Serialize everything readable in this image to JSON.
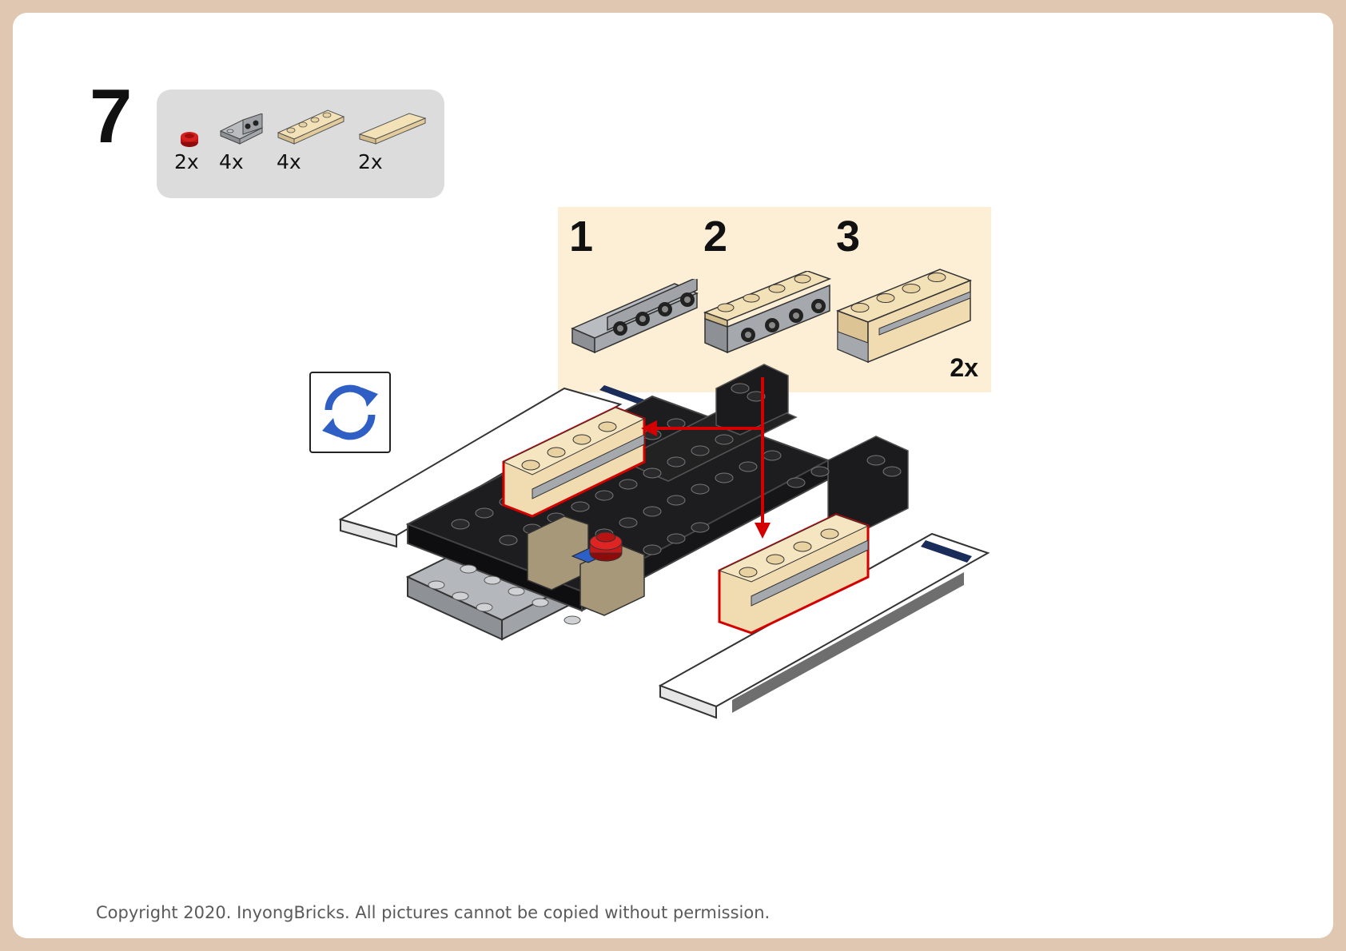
{
  "step": {
    "number": "7"
  },
  "parts_list": [
    {
      "qty": "2x",
      "icon": "red-round-plate-icon"
    },
    {
      "qty": "4x",
      "icon": "gray-bracket-icon"
    },
    {
      "qty": "4x",
      "icon": "tan-plate-1x4-icon"
    },
    {
      "qty": "2x",
      "icon": "tan-tile-1x4-icon"
    }
  ],
  "sub_assembly": {
    "steps": [
      "1",
      "2",
      "3"
    ],
    "quantity": "2x"
  },
  "rotate": {
    "icon": "rotate-model-icon"
  },
  "colors": {
    "background_border": "#dfc7b1",
    "parts_box": "#dcdcdc",
    "sub_panel": "#fcefd6",
    "highlight_red": "#d40000",
    "tan_brick": "#f0dcb0",
    "rotate_blue": "#2f5fc4"
  },
  "footer": {
    "copyright": "Copyright 2020. InyongBricks. All pictures cannot be copied without permission."
  }
}
